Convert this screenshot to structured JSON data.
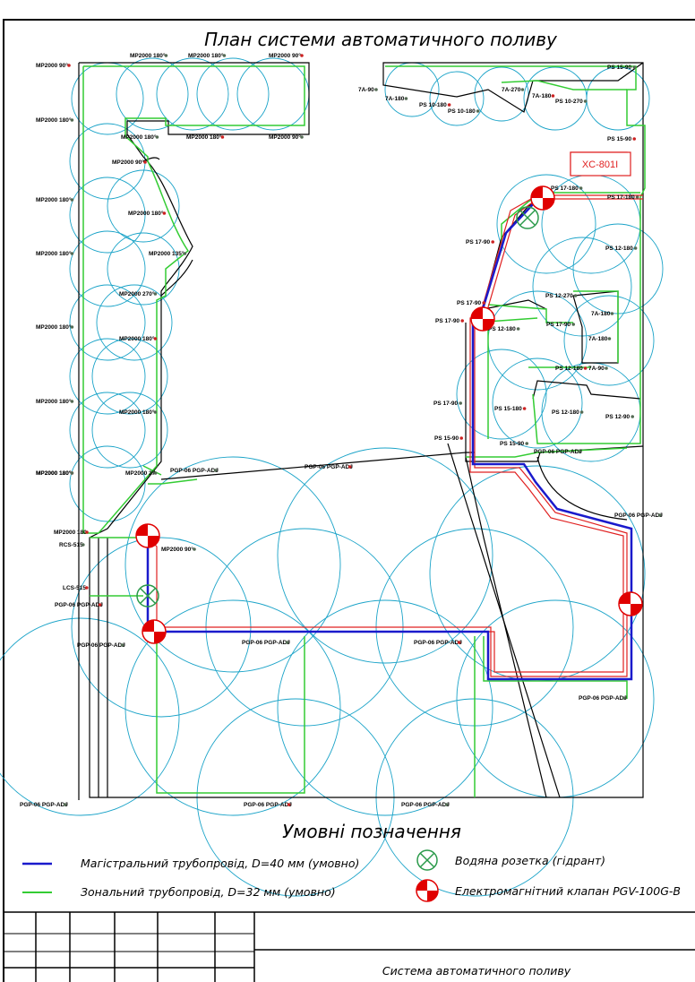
{
  "title": "План системи автоматичного поливу",
  "legend_title": "Умовні позначення",
  "legend": {
    "main_pipe": "Магістральний трубопровід,  D=40 мм (умовно)",
    "zone_pipe": "Зональний трубопровід,  D=32 мм (умовно)",
    "hydrant": "Водяна розетка (гідрант)",
    "valve": "Електромагнітний клапан PGV-100G-B"
  },
  "controller_label": "XC-801I",
  "stamp_title": "Система автоматичного поливу",
  "colors": {
    "main_pipe": "#1a1acc",
    "zone_pipe": "#33cc33",
    "supply_pipe": "#e02020",
    "spray_arc": "#1aa3c8",
    "outline": "#000000",
    "valve": "#e00000",
    "hydrant": "#2a9a4a"
  },
  "labels": [
    "MP2000 90°",
    "MP2000 180°",
    "MP2000 180°",
    "MP2000 90°",
    "MP2000 180°",
    "MP2000 180°",
    "MP2000 180°",
    "MP2000 90°",
    "MP2000 180°",
    "MP2000 90°",
    "MP2000 180°",
    "MP2000 180°",
    "MP2000 180°",
    "MP2000 135°",
    "MP2000 270°",
    "MP2000 180°",
    "MP2000 180°",
    "MP2000 180°",
    "MP2000 180°",
    "MP2000 180°",
    "MP2000 27",
    "MP2000 180",
    "MP2000 90°",
    "RCS-515",
    "LCS-515",
    "7A-90",
    "7A-180",
    "PS 10-180",
    "PS 10-180",
    "7A-270",
    "7A-180",
    "PS 10-270",
    "PS 15-90",
    "PS 15-90",
    "PS 17-180",
    "PS 17-180",
    "PS 17-90",
    "PS 12-180",
    "PS 12-270",
    "PS 17-90",
    "PS 12-180",
    "7A-180",
    "PS 17-90",
    "PS 17-90",
    "7A-180",
    "PS 12-180",
    "7A-90",
    "PS 17-90",
    "PS 15-180",
    "PS 12-180",
    "PS 12-90",
    "PS 15-90",
    "PS 15-90",
    "PGP-06 PGP-ADJ",
    "PGP-06 PGP-ADJ",
    "PGP-06 PGP-ADJ",
    "PGP-06 PGP-ADJ",
    "PGP-06 PGP-ADJ",
    "PGP-06 PGP-ADJ",
    "PGP-06 PGP-ADJ",
    "PGP-06 PGP-ADJ",
    "PGP-06 PGP-ADJ",
    "PGP-06 PGP-ADJ",
    "PGP-06 PGP-ADJ",
    "PGP-06 PGP-ADJ"
  ]
}
